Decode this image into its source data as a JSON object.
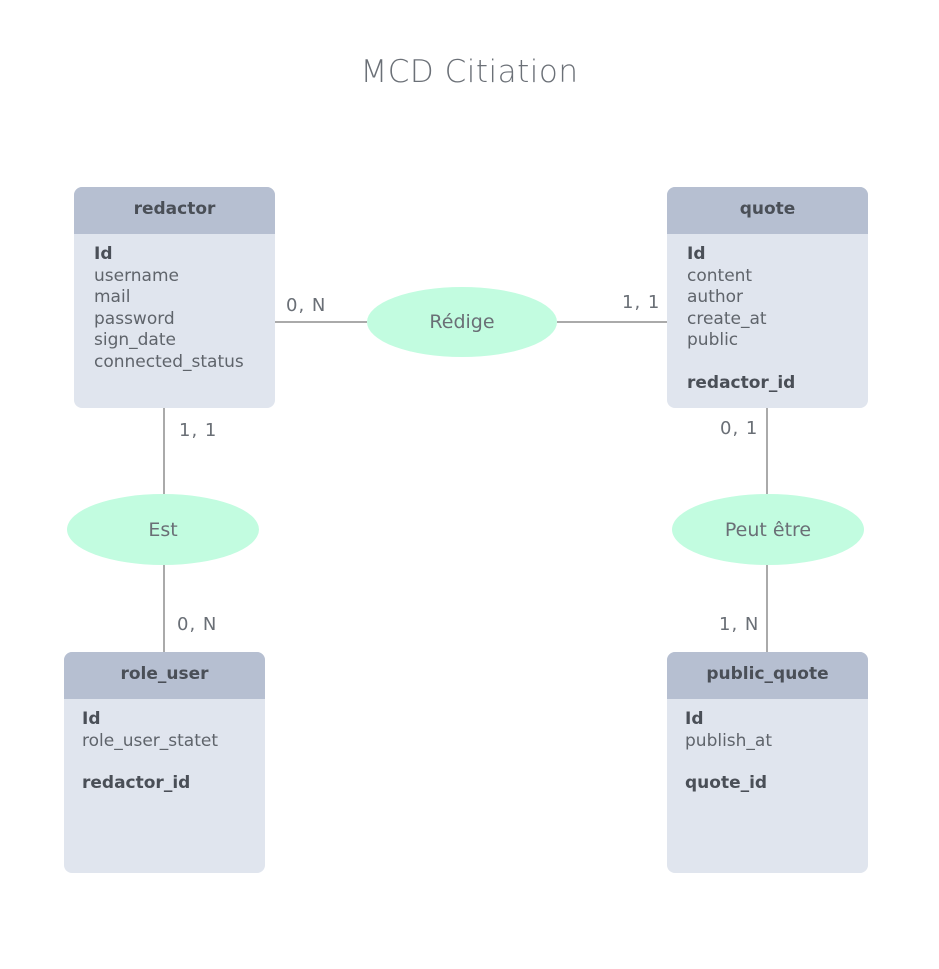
{
  "title": "MCD Citiation",
  "entities": {
    "redactor": {
      "name": "redactor",
      "primary_key": "Id",
      "attributes": [
        "username",
        "mail",
        "password",
        "sign_date",
        "connected_status"
      ]
    },
    "quote": {
      "name": "quote",
      "primary_key": "Id",
      "attributes": [
        "content",
        "author",
        "create_at",
        "public"
      ],
      "foreign_key": "redactor_id"
    },
    "role_user": {
      "name": "role_user",
      "primary_key": "Id",
      "attributes": [
        "role_user_statet"
      ],
      "foreign_key": "redactor_id"
    },
    "public_quote": {
      "name": "public_quote",
      "primary_key": "Id",
      "attributes": [
        "publish_at"
      ],
      "foreign_key": "quote_id"
    }
  },
  "associations": {
    "redige": {
      "label": "Rédige",
      "card_left": "0, N",
      "card_right": "1, 1"
    },
    "est": {
      "label": "Est",
      "card_top": "1, 1",
      "card_bottom": "0, N"
    },
    "peut_etre": {
      "label": "Peut être",
      "card_top": "0, 1",
      "card_bottom": "1, N"
    }
  },
  "colors": {
    "entity_header": "#b6bfd1",
    "entity_body": "#e0e5ee",
    "association": "#c2fce0",
    "line": "#555555"
  }
}
